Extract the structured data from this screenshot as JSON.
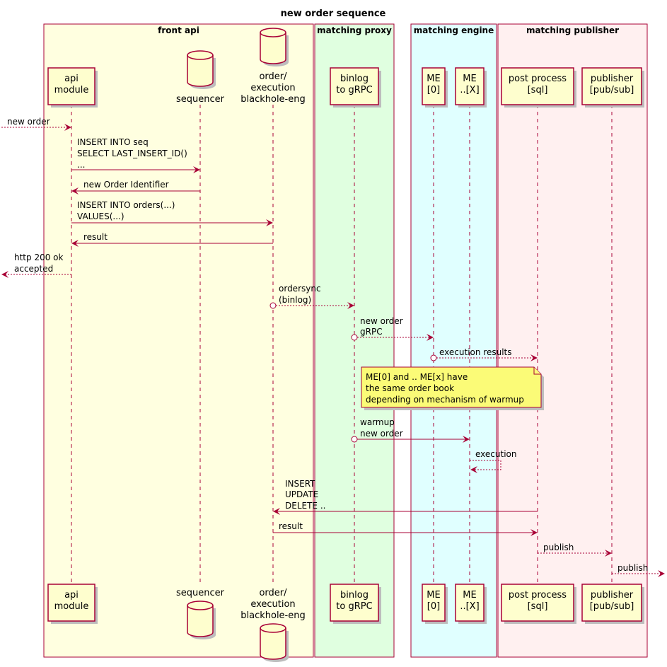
{
  "title": "new order sequence",
  "colors": {
    "front_api_bg": "#FFFFE0",
    "matching_proxy_bg": "#E0FFE0",
    "matching_engine_bg": "#E0FFFF",
    "matching_publisher_bg": "#FFF0F0",
    "group_border": "#A80036",
    "participant_fill": "#FEFECE",
    "line": "#A80036",
    "note_fill": "#FBFB77"
  },
  "boxes": [
    {
      "title": "front api"
    },
    {
      "title": "matching proxy"
    },
    {
      "title": "matching engine"
    },
    {
      "title": "matching publisher"
    }
  ],
  "participants": [
    {
      "id": "api",
      "kind": "participant",
      "lines": [
        "api",
        "module"
      ]
    },
    {
      "id": "seq",
      "kind": "database",
      "lines": [
        "sequencer"
      ]
    },
    {
      "id": "bh",
      "kind": "database",
      "lines": [
        "order/",
        "execution",
        "blackhole-eng"
      ]
    },
    {
      "id": "binlog",
      "kind": "participant",
      "lines": [
        "binlog",
        "to gRPC"
      ]
    },
    {
      "id": "me0",
      "kind": "participant",
      "lines": [
        "ME",
        "[0]"
      ]
    },
    {
      "id": "mex",
      "kind": "participant",
      "lines": [
        "ME",
        "..[X]"
      ]
    },
    {
      "id": "pp",
      "kind": "participant",
      "lines": [
        "post process",
        "[sql]"
      ]
    },
    {
      "id": "pub",
      "kind": "participant",
      "lines": [
        "publisher",
        "[pub/sub]"
      ]
    }
  ],
  "messages": [
    {
      "from": "left-edge",
      "to": "api",
      "style": "dashed",
      "lines": [
        "new order"
      ]
    },
    {
      "from": "api",
      "to": "seq",
      "style": "solid",
      "lines": [
        "INSERT INTO seq",
        "SELECT LAST_INSERT_ID()",
        "..."
      ]
    },
    {
      "from": "seq",
      "to": "api",
      "style": "solid",
      "lines": [
        "new Order Identifier"
      ]
    },
    {
      "from": "api",
      "to": "bh",
      "style": "solid",
      "lines": [
        "INSERT INTO orders(...)",
        "VALUES(...)"
      ]
    },
    {
      "from": "bh",
      "to": "api",
      "style": "solid",
      "lines": [
        "result"
      ]
    },
    {
      "from": "api",
      "to": "left-edge",
      "style": "dashed",
      "lines": [
        "http 200 ok",
        "accepted"
      ]
    },
    {
      "from": "bh",
      "to": "binlog",
      "style": "dashed",
      "start_circle": true,
      "lines": [
        "ordersync",
        "(binlog)"
      ]
    },
    {
      "from": "binlog",
      "to": "me0",
      "style": "dashed",
      "start_circle": true,
      "lines": [
        "new order",
        "gRPC"
      ]
    },
    {
      "from": "me0",
      "to": "pp",
      "style": "dashed",
      "start_circle": true,
      "lines": [
        "execution results"
      ]
    },
    {
      "from": "binlog",
      "to": "mex",
      "style": "solid",
      "start_circle": true,
      "lines": [
        "warmup",
        "new order"
      ]
    },
    {
      "from": "mex",
      "to": "mex",
      "style": "dashed",
      "self": true,
      "lines": [
        "execution"
      ]
    },
    {
      "from": "pp",
      "to": "bh",
      "style": "solid",
      "lines": [
        "INSERT",
        "UPDATE",
        "DELETE .."
      ]
    },
    {
      "from": "bh",
      "to": "pp",
      "style": "solid",
      "lines": [
        "result"
      ]
    },
    {
      "from": "pp",
      "to": "pub",
      "style": "dashed",
      "lines": [
        "publish"
      ]
    },
    {
      "from": "pub",
      "to": "right-edge",
      "style": "dashed",
      "lines": [
        "publish"
      ]
    }
  ],
  "note": {
    "lines": [
      "ME[0] and .. ME[x] have",
      "the same order book",
      "depending on mechanism of warmup"
    ]
  }
}
